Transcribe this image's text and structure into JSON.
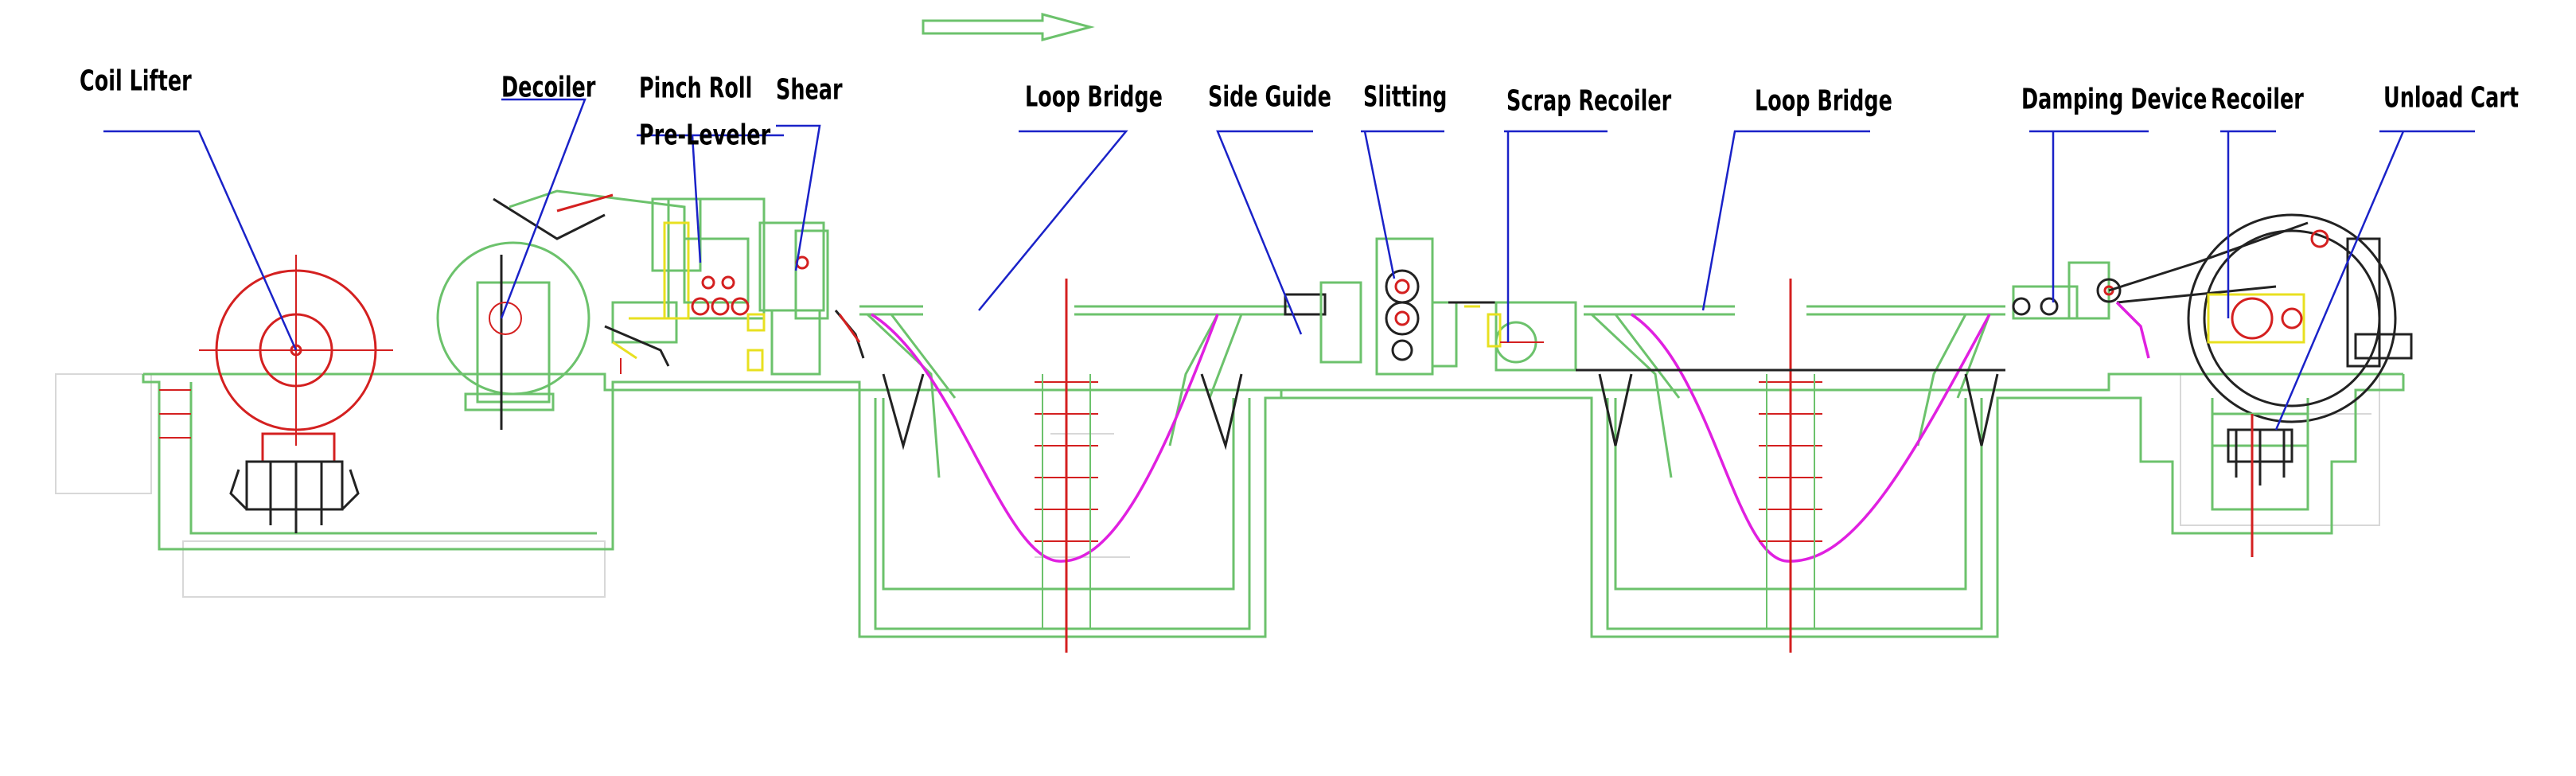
{
  "labels": {
    "coil_lifter": "Coil Lifter",
    "decoiler": "Decoiler",
    "pinch_roll": "Pinch Roll",
    "pre_leveler": "Pre-Leveler",
    "shear": "Shear",
    "loop_bridge_1": "Loop Bridge",
    "side_guide": "Side Guide",
    "slitting": "Slitting",
    "scrap_recoiler": "Scrap Recoiler",
    "loop_bridge_2": "Loop Bridge",
    "damping_device": "Damping Device",
    "recoiler": "Recoiler",
    "unload_cart": "Unload Cart"
  },
  "watermark": "",
  "colors": {
    "frame": "#6cc26c",
    "rolls": "#d42020",
    "leaders": "#1a22c8",
    "strip": "#e020e0",
    "text": "#000000"
  }
}
